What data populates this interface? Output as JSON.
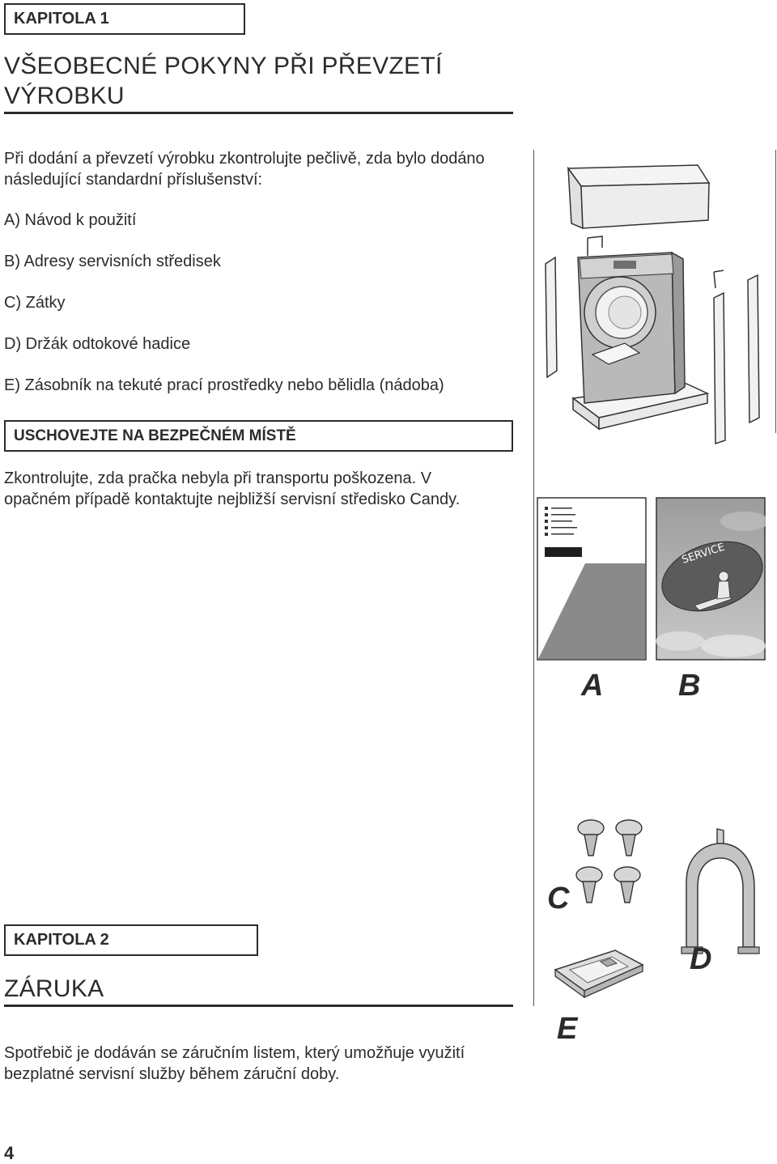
{
  "chapter1": {
    "label": "KAPITOLA 1",
    "title_line1": "VŠEOBECNÉ POKYNY PŘI PŘEVZETÍ",
    "title_line2": "VÝROBKU",
    "intro_line1": "Při dodání a převzetí výrobku zkontrolujte pečlivě, zda bylo dodáno",
    "intro_line2": "následující standardní příslušenství:",
    "items": [
      "A) Návod k použití",
      "B) Adresy servisních středisek",
      "C) Zátky",
      "D) Držák odtokové hadice",
      "E) Zásobník na tekuté prací prostředky nebo bělidla (nádoba)"
    ],
    "notice": "USCHOVEJTE NA BEZPEČNÉM MÍSTĚ",
    "check_line1": "Zkontrolujte, zda pračka nebyla při transportu poškozena. V",
    "check_line2": "opačném případě kontaktujte nejbližší servisní středisko Candy."
  },
  "chapter2": {
    "label": "KAPITOLA 2",
    "title": "ZÁRUKA",
    "text_line1": "Spotřebič je dodáván se záručním listem, který umožňuje využití",
    "text_line2": "bezplatné servisní služby během záruční doby."
  },
  "figure": {
    "service_text": "SERVICE",
    "label_a": "A",
    "label_b": "B",
    "label_c": "C",
    "label_d": "D",
    "label_e": "E"
  },
  "page_number": "4"
}
